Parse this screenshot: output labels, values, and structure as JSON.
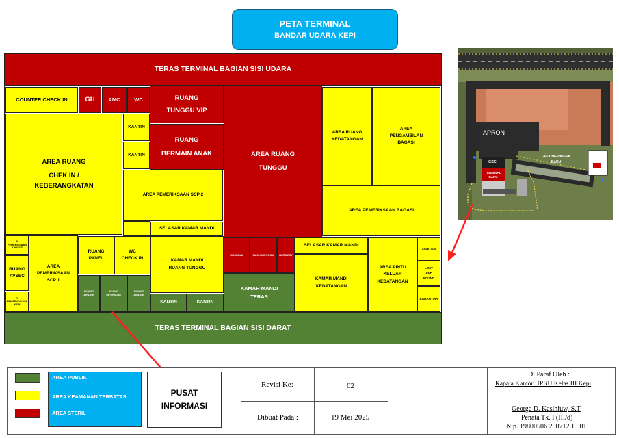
{
  "title": {
    "line1": "PETA TERMINAL",
    "line2": "BANDAR UDARA KEPI"
  },
  "colors": {
    "red": "#c00000",
    "yellow": "#ffff00",
    "green": "#548235",
    "blue": "#00b0f0"
  },
  "map": {
    "airside": "TERAS TERMINAL BAGIAN SISI UDARA",
    "landside": "TERAS TERMINAL BAGIAN SISI DARAT",
    "counter_check_in": "COUNTER CHECK IN",
    "gh": "GH",
    "amc": "AMC",
    "wc_top": "WC",
    "vip_line1": "RUANG",
    "vip_line2": "TUNGGU VIP",
    "play_line1": "RUANG",
    "play_line2": "BERMAIN ANAK",
    "kantin_1": "KANTIN",
    "kantin_2": "KANTIN",
    "checkin_line1": "AREA RUANG",
    "checkin_line2": "CHEK IN /",
    "checkin_line3": "KEBERANGKATAN",
    "waiting_line1": "AREA RUANG",
    "waiting_line2": "TUNGGU",
    "scp2": "AREA PEMERIKSAAN SCP 2",
    "selasar_1": "SELASAR KAMAR MANDI",
    "arrival_line1": "AREA RUANG",
    "arrival_line2": "KEDATANGAN",
    "baggage_claim_line1": "AREA",
    "baggage_claim_line2": "PENGAMBILAN",
    "baggage_claim_line3": "BAGASI",
    "baggage_check": "AREA PEMERIKSAAN BAGASI",
    "special_check": "R. PEMERIKSAAN KHUSUS",
    "avsec_line1": "RUANG",
    "avsec_line2": "AVSEC",
    "control_room": "R. PENGENDALIAN KEPI",
    "scp1_line1": "AREA",
    "scp1_line2": "PEMERIKSAAN",
    "scp1_line3": "SCP 1",
    "panel_line1": "RUANG",
    "panel_line2": "PANEL",
    "wc_checkin_line1": "WC",
    "wc_checkin_line2": "CHECK IN",
    "km_tunggu_line1": "KAMAR MANDI",
    "km_tunggu_line2": "RUANG TUNGGU",
    "airline_1": "RUANG AIRLINE",
    "informasi_room": "RUANG INFORMASI",
    "airline_2": "RUANG AIRLINE",
    "kantin_3": "KANTIN",
    "kantin_4": "KANTIN",
    "mushola": "MUSHOLA",
    "smoking": "SMOKING ROOM",
    "nursery": "NURS ERY",
    "teras_line1": "KAMAR MANDI",
    "teras_line2": "TERAS",
    "selasar_2": "SELASAR KAMAR MANDI",
    "km_datang_line1": "KAMAR MANDI",
    "km_datang_line2": "KEDATANGAN",
    "exit_line1": "AREA PINTU",
    "exit_line2": "KELUAR",
    "exit_line3": "KEDATANGAN",
    "sanitasi": "SANITASI",
    "lost_line1": "LOST",
    "lost_line2": "AND",
    "lost_line3": "FOUND",
    "karantina": "KARANTINA"
  },
  "site_photo": {
    "apron": "APRON",
    "gse": "GSE",
    "terminal_line1": "TERMINAL",
    "terminal_line2": "BARU",
    "gedung_line1": "GEDUNG PKP-PK",
    "gedung_line2": "BARU"
  },
  "legend": [
    {
      "label": "AREA PUBLIK",
      "color": "#548235"
    },
    {
      "label": "AREA KEAMANAN TERBATAS",
      "color": "#ffff00"
    },
    {
      "label": "AREA STERIL",
      "color": "#c00000"
    }
  ],
  "info_box": {
    "line1": "PUSAT",
    "line2": "INFORMASI"
  },
  "footer": {
    "revisi_label": "Revisi Ke:",
    "revisi_value": "02",
    "dibuat_label": "Dibuat Pada :",
    "dibuat_value": "19 Mei 2025",
    "paraf": "Di Paraf Oleh :",
    "kepala": "Kapala Kantor UPBU Kelas III Kepi",
    "name": "George D. Kasihiuw, S.T",
    "rank": "Penata Tk. I (III/d)",
    "nip": "Nip. 19800506 200712 1 001"
  }
}
